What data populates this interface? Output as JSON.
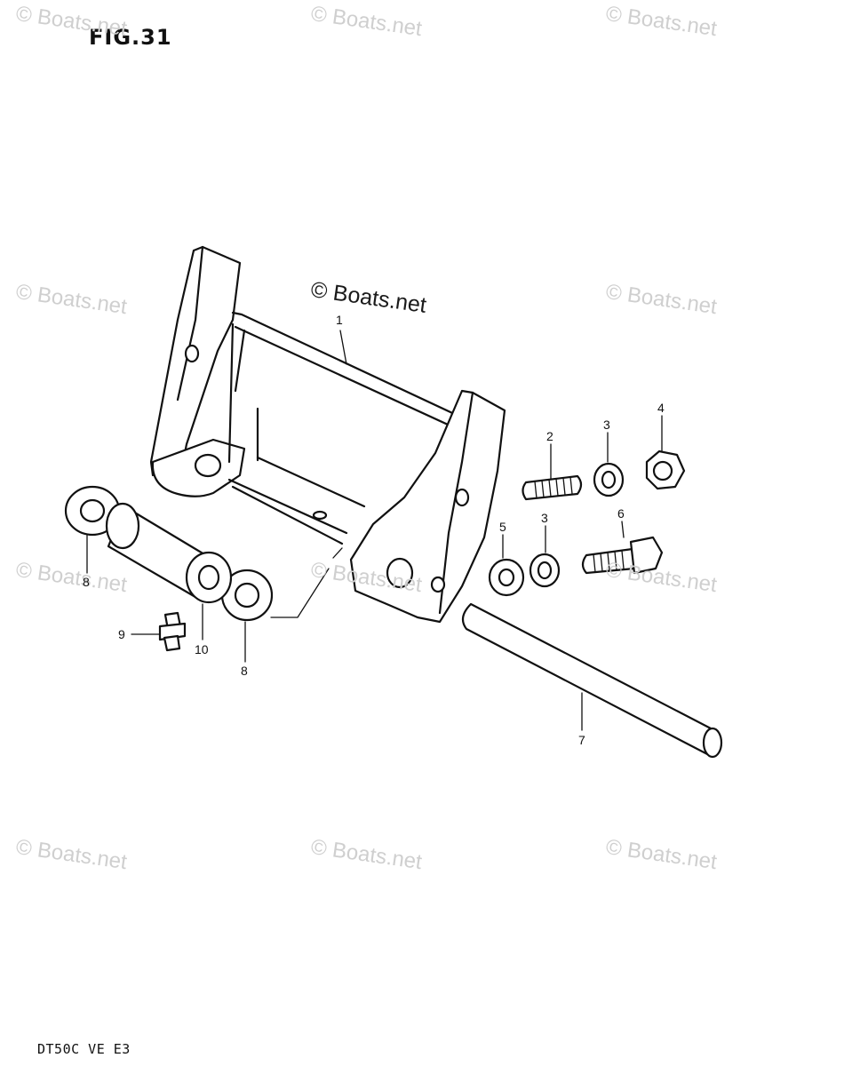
{
  "figure": {
    "title": "FIG.31",
    "footer_code": "DT50C VE E3"
  },
  "watermark": {
    "main": "© Boats.net",
    "repeat": "© Boats.net"
  },
  "callouts": [
    "1",
    "2",
    "3",
    "4",
    "3",
    "5",
    "6",
    "7",
    "8",
    "9",
    "10",
    "8"
  ]
}
